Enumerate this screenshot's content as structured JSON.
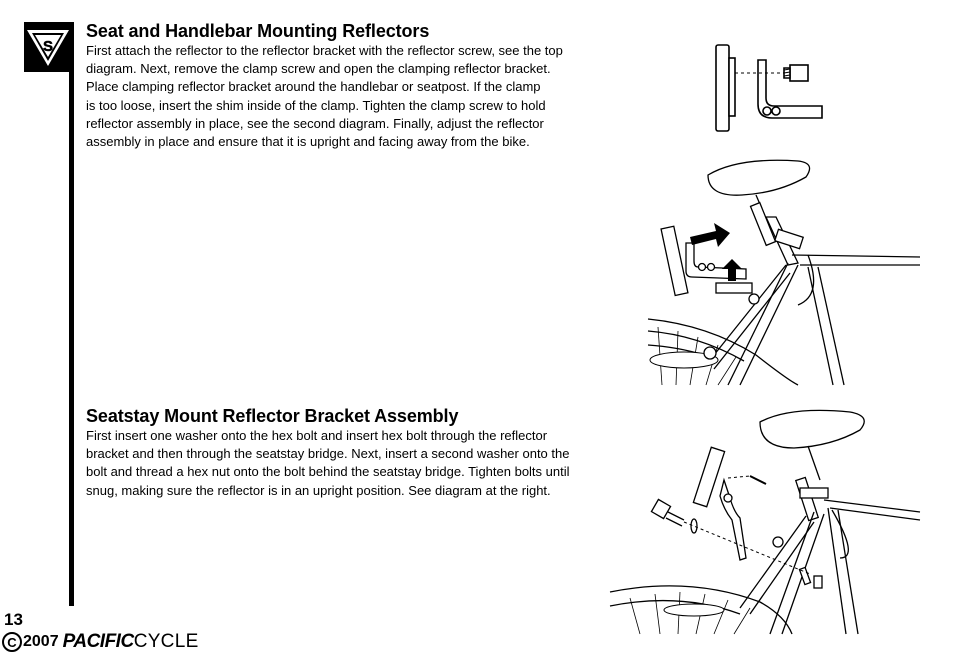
{
  "section1": {
    "title": "Seat and Handlebar Mounting Reflectors",
    "lines": [
      "First attach the reflector to the reflector bracket with the reflector screw, see the top",
      "diagram.  Next, remove the clamp screw and open the clamping reflector bracket.",
      "Place clamping reflector bracket around the handlebar or seatpost.  If the clamp",
      "is too loose, insert the shim inside of the clamp.  Tighten the clamp screw to hold",
      "reflector assembly in place, see the second diagram. Finally, adjust the reflector",
      "assembly in place and ensure that it is upright and facing away from the bike."
    ]
  },
  "section2": {
    "title": "Seatstay Mount Reflector Bracket Assembly",
    "lines": [
      "First insert one washer onto the hex bolt and insert hex bolt through the reflector",
      "bracket and then through the seatstay bridge. Next, insert a second washer onto the",
      "bolt and thread a hex nut onto the bolt behind the seatstay bridge. Tighten bolts until",
      "snug, making sure the reflector is in an upright position. See diagram at the right."
    ]
  },
  "page_number": "13",
  "footer": {
    "copyright_symbol": "C",
    "year": "2007",
    "brand_bold": "PACIFIC",
    "brand_light": "CYCLE"
  },
  "logo": {
    "letter": "S"
  }
}
